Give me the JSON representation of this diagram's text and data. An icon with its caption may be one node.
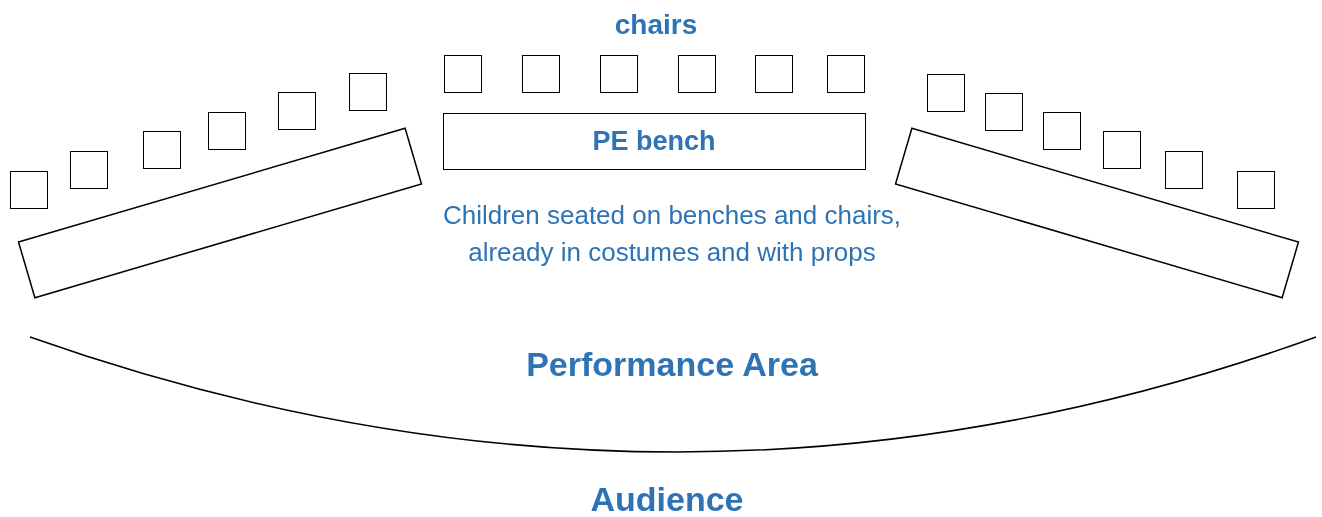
{
  "diagram": {
    "nodes": [
      {
        "text": [],
        "shape": "box"
      },
      {
        "text": [],
        "shape": "box"
      },
      {
        "text": [],
        "shape": "box"
      },
      {
        "text": [],
        "shape": "box"
      },
      {
        "text": [],
        "shape": "box"
      },
      {
        "text": [],
        "shape": "box"
      },
      {
        "text": [],
        "shape": "box"
      },
      {
        "text": [],
        "shape": "box"
      },
      {
        "text": [],
        "shape": "box"
      },
      {
        "text": [],
        "shape": "box"
      },
      {
        "text": [],
        "shape": "box"
      },
      {
        "text": [],
        "shape": "box"
      },
      {
        "text": [],
        "shape": "box"
      },
      {
        "text": [],
        "shape": "box"
      },
      {
        "text": [],
        "shape": "box"
      },
      {
        "text": [],
        "shape": "box"
      },
      {
        "text": [],
        "shape": "box"
      },
      {
        "text": [],
        "shape": "box"
      },
      {
        "text": [],
        "shape": "bar"
      },
      {
        "text": [
          "PE bench"
        ]
      },
      {
        "text": [],
        "shape": "bar"
      }
    ],
    "labels": [
      "chairs",
      "Children seated on benches and chairs, already in costumes and with props",
      "Performance Area",
      "Audience"
    ]
  }
}
